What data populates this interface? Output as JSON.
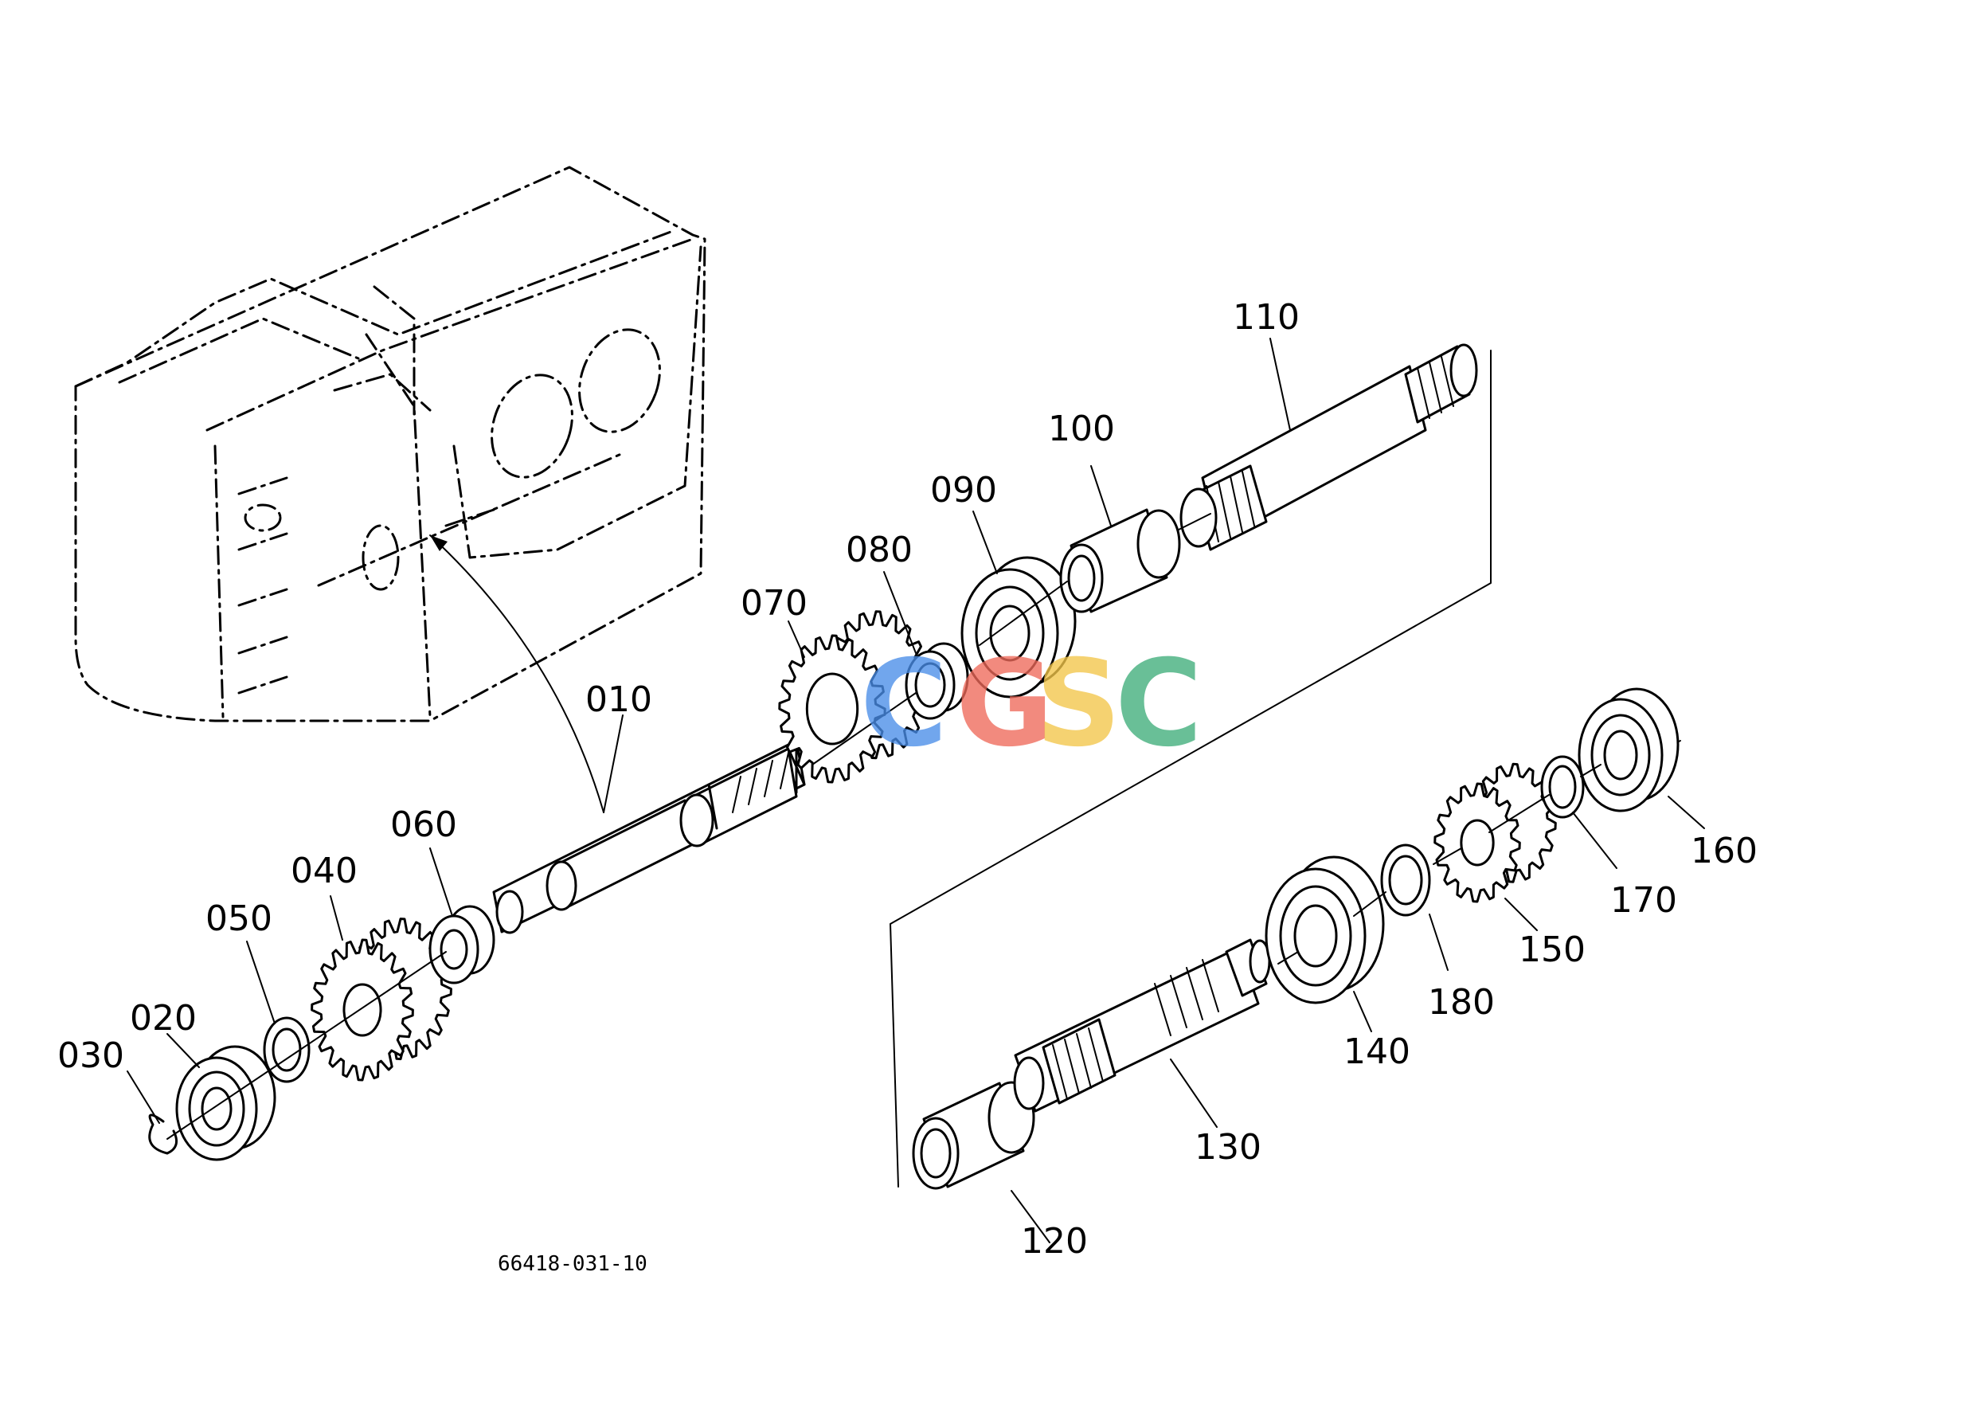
{
  "callouts": [
    {
      "id": "010",
      "label": "010"
    },
    {
      "id": "020",
      "label": "020"
    },
    {
      "id": "030",
      "label": "030"
    },
    {
      "id": "040",
      "label": "040"
    },
    {
      "id": "050",
      "label": "050"
    },
    {
      "id": "060",
      "label": "060"
    },
    {
      "id": "070",
      "label": "070"
    },
    {
      "id": "080",
      "label": "080"
    },
    {
      "id": "090",
      "label": "090"
    },
    {
      "id": "100",
      "label": "100"
    },
    {
      "id": "110",
      "label": "110"
    },
    {
      "id": "120",
      "label": "120"
    },
    {
      "id": "130",
      "label": "130"
    },
    {
      "id": "140",
      "label": "140"
    },
    {
      "id": "150",
      "label": "150"
    },
    {
      "id": "160",
      "label": "160"
    },
    {
      "id": "170",
      "label": "170"
    },
    {
      "id": "180",
      "label": "180"
    }
  ],
  "drawing_code": "66418-031-10",
  "watermark": {
    "letters": [
      "C",
      "G",
      "S",
      "C"
    ],
    "colors": [
      "#4a8ee8",
      "#ef6a5a",
      "#f3c64a",
      "#3fae7a"
    ]
  }
}
